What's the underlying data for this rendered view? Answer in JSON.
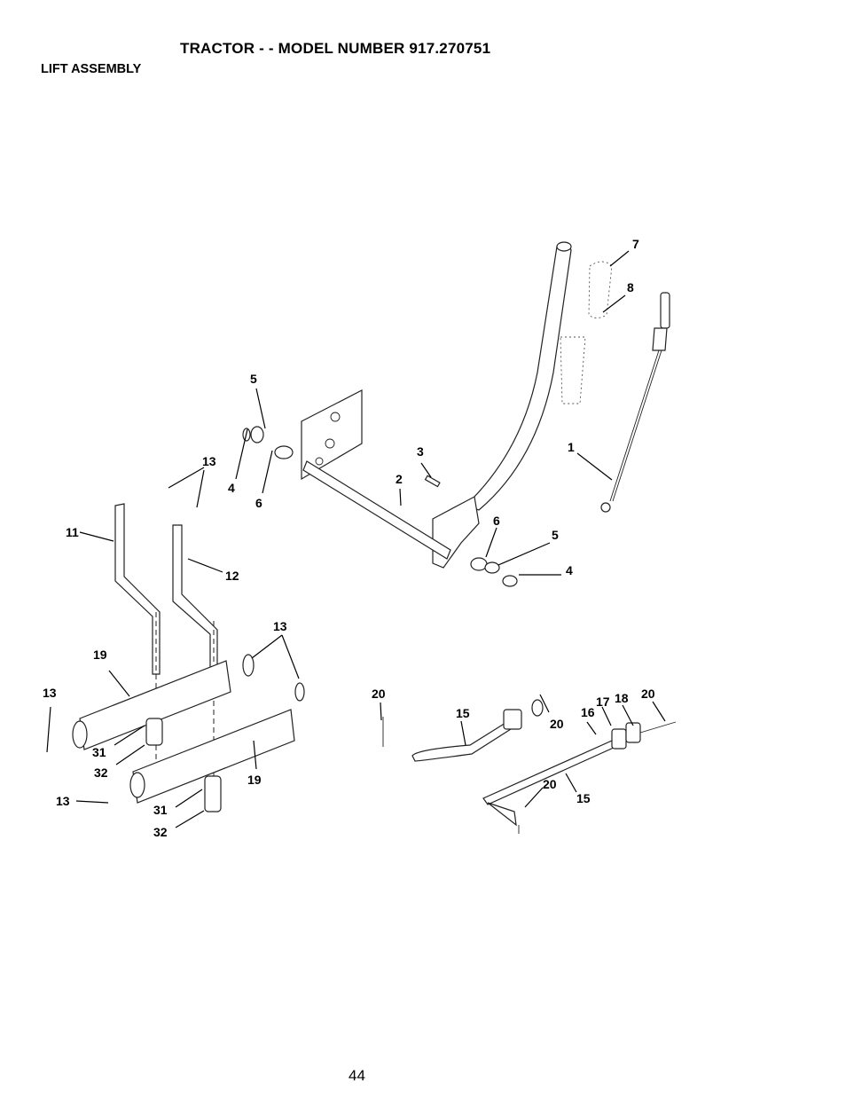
{
  "header": {
    "title": "TRACTOR - - MODEL NUMBER 917.270751",
    "subtitle": "LIFT ASSEMBLY"
  },
  "diagram": {
    "callouts": [
      "7",
      "8",
      "5",
      "13",
      "3",
      "2",
      "1",
      "4",
      "6",
      "6",
      "5",
      "4",
      "11",
      "12",
      "13",
      "19",
      "13",
      "20",
      "15",
      "20",
      "17",
      "18",
      "20",
      "16",
      "31",
      "32",
      "19",
      "13",
      "31",
      "32",
      "20",
      "15"
    ]
  },
  "footer": {
    "page_number": "44"
  }
}
